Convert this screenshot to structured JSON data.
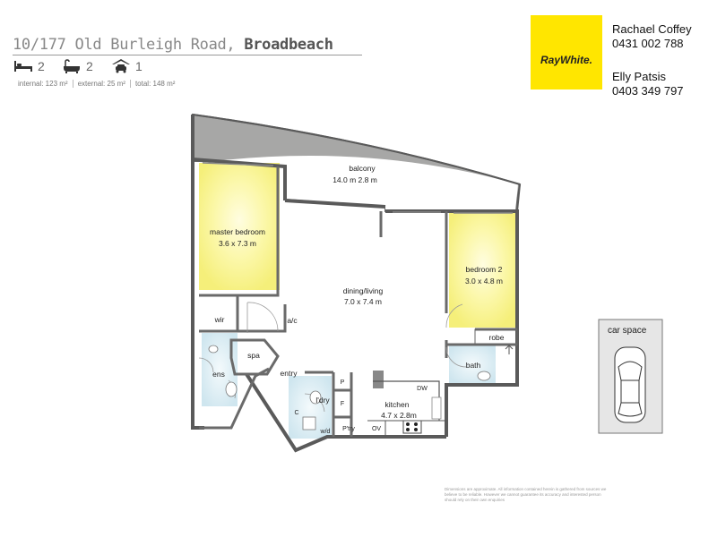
{
  "header": {
    "address_prefix": "10/177 Old Burleigh Road,",
    "suburb": "Broadbeach",
    "bedrooms": "2",
    "bathrooms": "2",
    "car_spaces": "1",
    "internal": "internal: 123 m²",
    "external": "external: 25 m²",
    "total": "total: 148 m²"
  },
  "brand": {
    "logo_text": "RayWhite.",
    "color": "#ffe600"
  },
  "agents": [
    {
      "name": "Rachael Coffey",
      "phone": "0431 002 788"
    },
    {
      "name": "Elly Patsis",
      "phone": "0403 349 797"
    }
  ],
  "rooms": {
    "balcony": {
      "name": "balcony",
      "size": "14.0 m 2.8 m"
    },
    "master_bedroom": {
      "name": "master bedroom",
      "size": "3.6 x 7.3 m"
    },
    "dining_living": {
      "name": "dining/living",
      "size": "7.0 x 7.4 m"
    },
    "bedroom2": {
      "name": "bedroom 2",
      "size": "3.0 x 4.8 m"
    },
    "kitchen": {
      "name": "kitchen",
      "size": "4.7 x 2.8m"
    },
    "wir": "wir",
    "ac": "a/c",
    "spa": "spa",
    "ens": "ens",
    "entry": "entry",
    "ldry": "l'dry",
    "p": "P",
    "f": "F",
    "dw": "DW",
    "ptry": "P'try",
    "ov": "OV",
    "wd": "w/d",
    "c": "C",
    "robe": "robe",
    "bath": "bath",
    "car_space": "car space"
  },
  "disclaimer": "Dimensions are approximate. All information contained herein is gathered from sources we believe to be reliable. However we cannot guarantee its accuracy and interested person should rely on their own enquiries"
}
